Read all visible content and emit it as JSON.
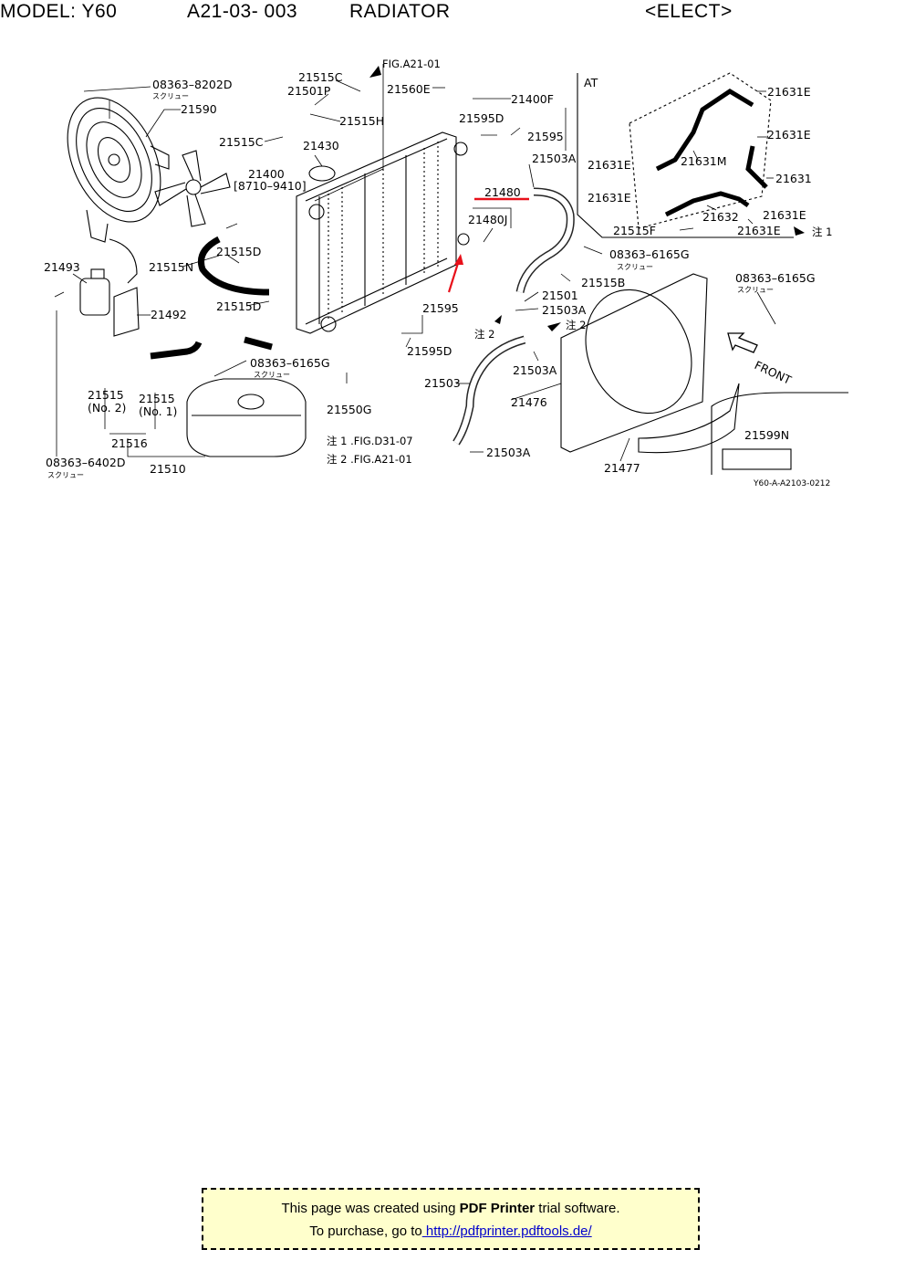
{
  "header": {
    "model": "MODEL: Y60",
    "code": "A21-03- 003",
    "title": "RADIATOR",
    "variant": "<ELECT>"
  },
  "diagram": {
    "figure_id": "Y60-A-A2103-0212",
    "at_label": "AT",
    "front_label": "FRONT",
    "fig_ref": "FIG.A21-01",
    "screw_jp": "スクリュー",
    "notes": [
      "注 1 .FIG.D31-07",
      "注 2 .FIG.A21-01"
    ],
    "note_marks": {
      "n1": "注 1",
      "n2": "注 2"
    },
    "labels": {
      "p08363_8202D": "08363–8202D",
      "p21590": "21590",
      "p21515C_1": "21515C",
      "p21501P": "21501P",
      "p21515H": "21515H",
      "p21515C_2": "21515C",
      "p21430": "21430",
      "p21400": "21400",
      "p21400_range": "[8710–9410]",
      "p21560E": "21560E",
      "p21400F": "21400F",
      "p21595D_1": "21595D",
      "p21595_1": "21595",
      "p21503A_1": "21503A",
      "p21480": "21480",
      "p21480J": "21480J",
      "p08363_6165G_1": "08363–6165G",
      "p21515B": "21515B",
      "p21501": "21501",
      "p21503A_2": "21503A",
      "p21503A_3": "21503A",
      "p21503": "21503",
      "p21476": "21476",
      "p21503A_4": "21503A",
      "p21477": "21477",
      "p21599N": "21599N",
      "p08363_6165G_2": "08363–6165G",
      "p21595_2": "21595",
      "p21595D_2": "21595D",
      "p21550G": "21550G",
      "p08363_6165G_3": "08363–6165G",
      "p21515D_1": "21515D",
      "p21515N": "21515N",
      "p21515D_2": "21515D",
      "p21493": "21493",
      "p21492": "21492",
      "p21515_no2": "21515",
      "p21515_no2_sub": "(No. 2)",
      "p21515_no1": "21515",
      "p21515_no1_sub": "(No. 1)",
      "p21516": "21516",
      "p21510": "21510",
      "p08363_6402D": "08363–6402D",
      "p21631E_1": "21631E",
      "p21631E_2": "21631E",
      "p21631E_3": "21631E",
      "p21631M": "21631M",
      "p21631": "21631",
      "p21631E_4": "21631E",
      "p21631E_5": "21631E",
      "p21632": "21632",
      "p21631E_6": "21631E",
      "p21515F": "21515F"
    }
  },
  "trial_notice": {
    "line1_prefix": "This page was created using ",
    "line1_bold": "PDF Printer",
    "line1_suffix": " trial software.",
    "line2_prefix": "To purchase, go to",
    "link": " http://pdfprinter.pdftools.de/"
  },
  "colors": {
    "highlight": "#e8101a",
    "notice_bg": "#ffffcc",
    "link": "#0000cc"
  }
}
